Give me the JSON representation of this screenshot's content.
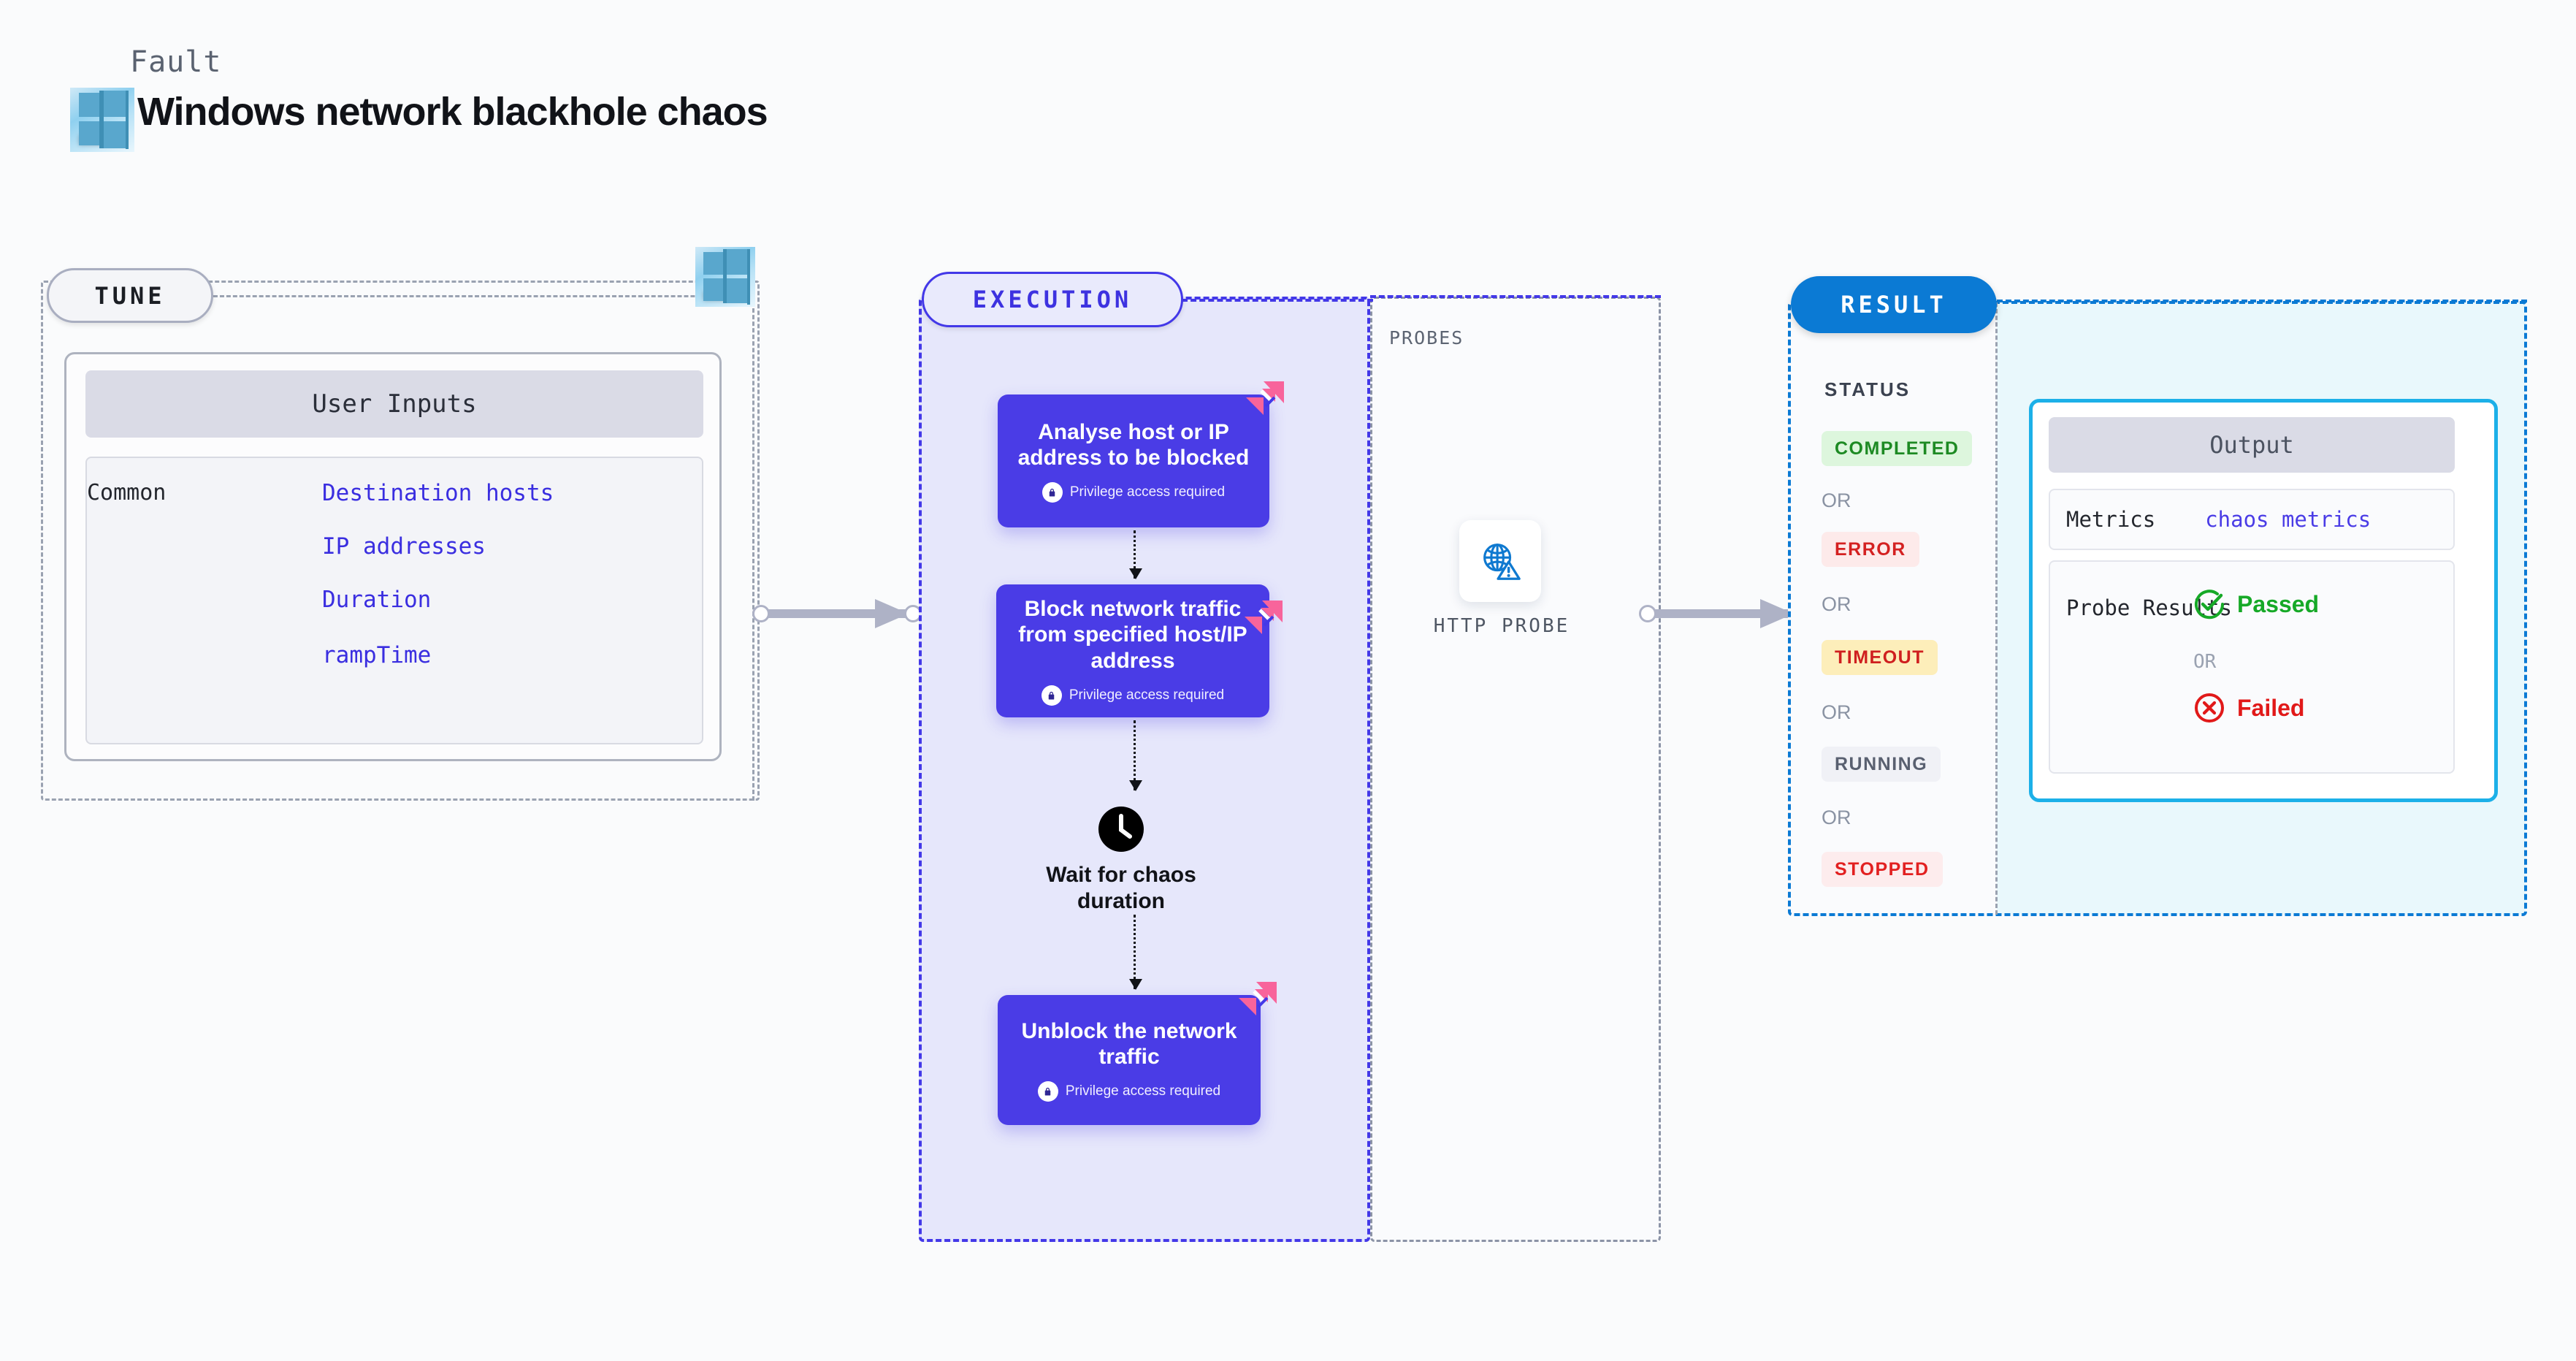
{
  "header": {
    "kicker": "Fault",
    "title": "Windows network blackhole chaos",
    "logo_icon": "windows-logo-icon"
  },
  "tune": {
    "badge": "TUNE",
    "logo_icon": "windows-logo-icon",
    "card_header": "User Inputs",
    "group_label": "Common",
    "inputs": [
      {
        "label": "Destination hosts"
      },
      {
        "label": "IP addresses"
      },
      {
        "label": "Duration"
      },
      {
        "label": "rampTime"
      }
    ]
  },
  "execution": {
    "badge": "EXECUTION",
    "steps": [
      {
        "title": "Analyse host or IP address to be blocked",
        "privilege": "Privilege access required",
        "privilege_icon": "lock-icon",
        "corner_icon": "litmus-chaos-icon"
      },
      {
        "title": "Block network traffic from specified host/IP address",
        "privilege": "Privilege access required",
        "privilege_icon": "lock-icon",
        "corner_icon": "litmus-chaos-icon"
      },
      {
        "title": "Unblock the network traffic",
        "privilege": "Privilege access required",
        "privilege_icon": "lock-icon",
        "corner_icon": "litmus-chaos-icon"
      }
    ],
    "wait": {
      "icon": "clock-icon",
      "label": "Wait for chaos duration"
    }
  },
  "probes": {
    "label": "PROBES",
    "items": [
      {
        "icon": "globe-warning-icon",
        "label": "HTTP PROBE"
      }
    ]
  },
  "result": {
    "badge": "RESULT",
    "status_label": "STATUS",
    "or_label": "OR",
    "statuses": [
      {
        "label": "COMPLETED",
        "bg": "#ddf6dd",
        "fg": "#1d8a23"
      },
      {
        "label": "ERROR",
        "bg": "#fdeaea",
        "fg": "#d42121"
      },
      {
        "label": "TIMEOUT",
        "bg": "#fdeeba",
        "fg": "#cf1f1f"
      },
      {
        "label": "RUNNING",
        "bg": "#f0f1f6",
        "fg": "#596070"
      },
      {
        "label": "STOPPED",
        "bg": "#fdeced",
        "fg": "#e22020"
      }
    ],
    "output": {
      "header": "Output",
      "metrics_key": "Metrics",
      "metrics_value": "chaos metrics",
      "probe_key": "Probe Results",
      "passed": {
        "label": "Passed",
        "icon": "check-circle-icon",
        "color": "#16a927"
      },
      "or_label": "OR",
      "failed": {
        "label": "Failed",
        "icon": "x-circle-icon",
        "color": "#e11919"
      }
    }
  },
  "colors": {
    "page_bg": "#fafbfc",
    "tune_border": "#9aa2b1",
    "execution": "#4338e8",
    "execution_fill": "#e6e7fb",
    "step_box": "#4a3ce6",
    "result": "#0b7ad4",
    "result_fill": "#e9f8fc",
    "output_border": "#1cb0e8",
    "litmus_pink": "#f8649b",
    "input_text": "#3a2ee0"
  }
}
